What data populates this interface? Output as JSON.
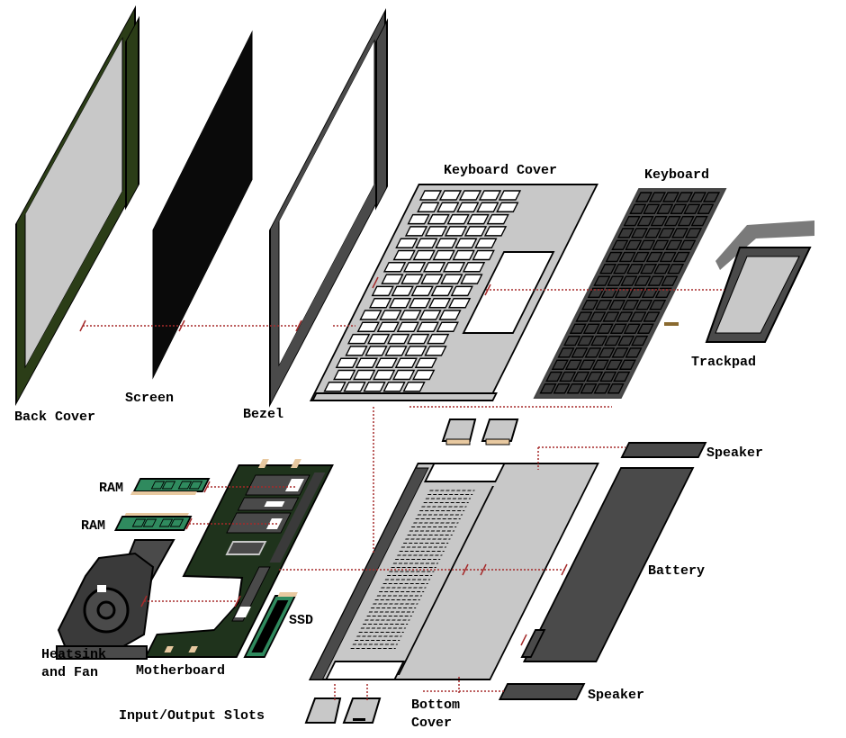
{
  "labels": {
    "keyboard_cover": "Keyboard Cover",
    "keyboard": "Keyboard",
    "trackpad": "Trackpad",
    "back_cover": "Back Cover",
    "screen": "Screen",
    "bezel": "Bezel",
    "ram_1": "RAM",
    "ram_2": "RAM",
    "heatsink_line1": "Heatsink",
    "heatsink_line2": "and Fan",
    "motherboard": "Motherboard",
    "ssd": "SSD",
    "io_slots": "Input/Output Slots",
    "bottom_cover_line1": "Bottom",
    "bottom_cover_line2": "Cover",
    "speaker_top": "Speaker",
    "battery": "Battery",
    "speaker_bottom": "Speaker"
  },
  "colors": {
    "back_cover": "#2b3d17",
    "panel_gray": "#c8c8c8",
    "dark_gray": "#4a4a4a",
    "screen": "#0a0a0a",
    "pcb_green": "#1f331c",
    "ram_green": "#2f8a5e",
    "connector_beige": "#e8c9a0",
    "leader_line": "#a52a2a"
  }
}
